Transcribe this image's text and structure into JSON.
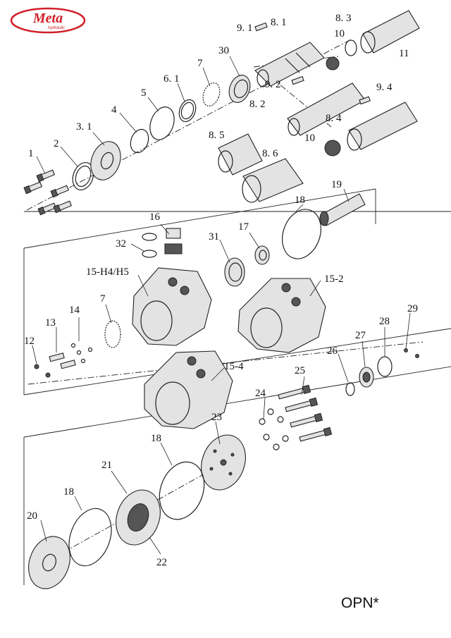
{
  "brand": {
    "name": "Meta",
    "tagline": "hydraulic",
    "color": "#d0202a"
  },
  "model": "OPN*",
  "part_labels": {
    "p1": "1",
    "p2": "2",
    "p3_1": "3. 1",
    "p4": "4",
    "p5": "5",
    "p6_1": "6. 1",
    "p7a": "7",
    "p30": "30",
    "p9_1": "9. 1",
    "p8_1": "8. 1",
    "p8_3": "8. 3",
    "p10a": "10",
    "p11": "11",
    "p9_2": "9. 2",
    "p9_4": "9. 4",
    "p8_2": "8. 2",
    "p8_4": "8. 4",
    "p10b": "10",
    "p8_5": "8. 5",
    "p8_6": "8. 6",
    "p19": "19",
    "p18a": "18",
    "p16": "16",
    "p32": "32",
    "p31": "31",
    "p17": "17",
    "p15_h": "15-H4/H5",
    "p15_2": "15-2",
    "p7b": "7",
    "p14": "14",
    "p13": "13",
    "p12": "12",
    "p15_4": "15-4",
    "p25": "25",
    "p26": "26",
    "p27": "27",
    "p28": "28",
    "p29": "29",
    "p24": "24",
    "p23": "23",
    "p18b": "18",
    "p21": "21",
    "p18c": "18",
    "p20": "20",
    "p22": "22"
  }
}
